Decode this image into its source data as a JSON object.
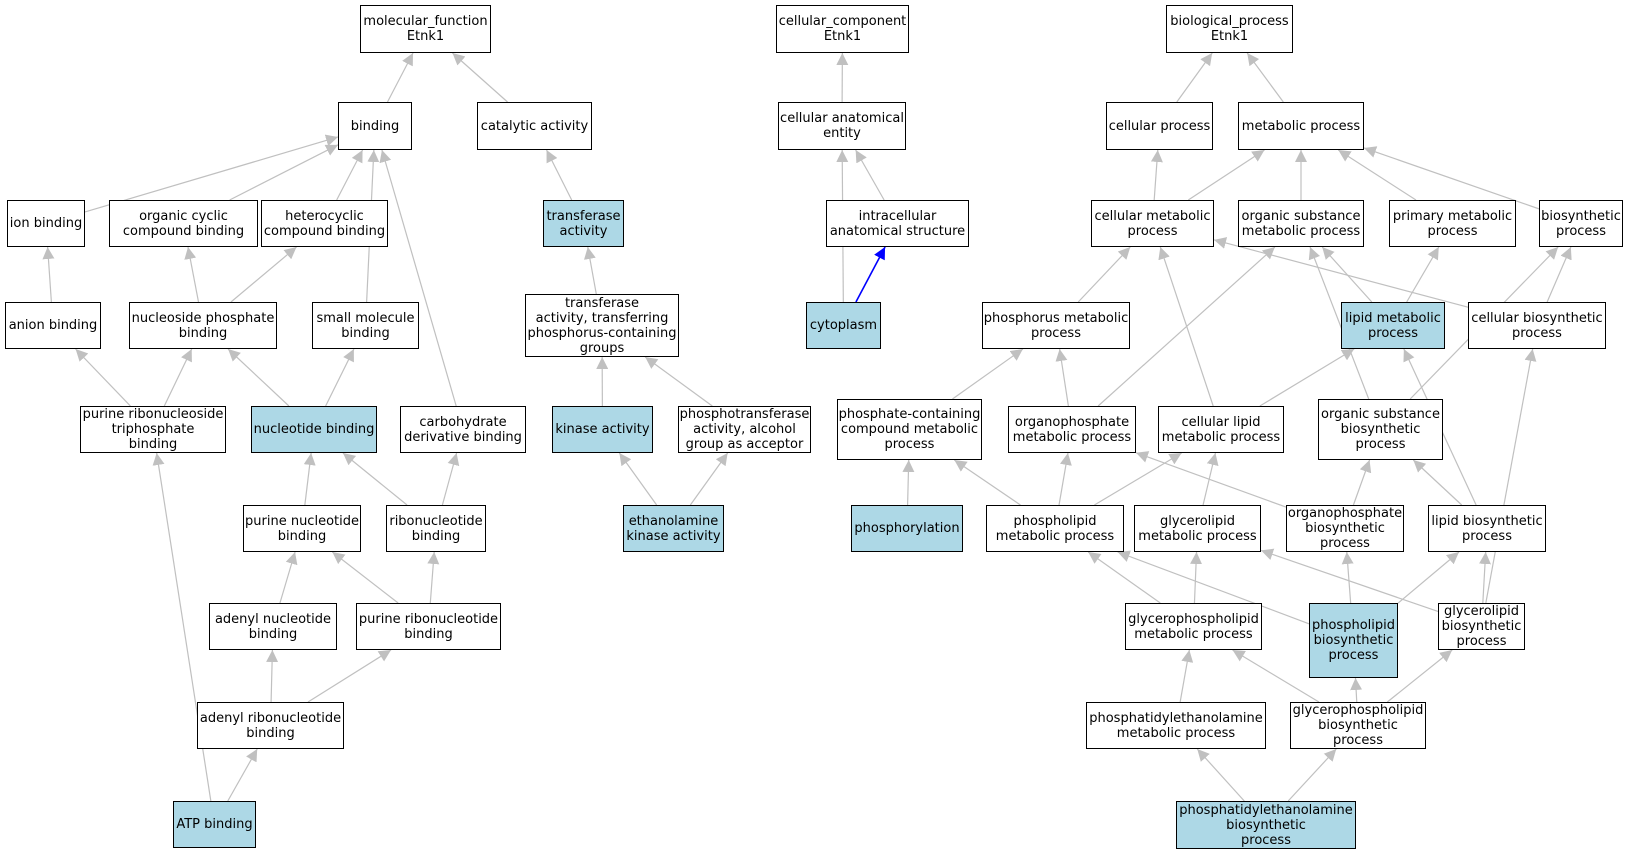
{
  "colors": {
    "highlight": "#add8e6",
    "edge": "#c0c0c0",
    "edge_direct": "#0000ff",
    "border": "#000000"
  },
  "nodes": [
    {
      "id": "mf",
      "label": "molecular_function\nEtnk1",
      "hl": false
    },
    {
      "id": "cc",
      "label": "cellular_component\nEtnk1",
      "hl": false
    },
    {
      "id": "bp",
      "label": "biological_process\nEtnk1",
      "hl": false
    },
    {
      "id": "binding",
      "label": "binding",
      "hl": false
    },
    {
      "id": "catalytic",
      "label": "catalytic activity",
      "hl": false
    },
    {
      "id": "cae",
      "label": "cellular anatomical\nentity",
      "hl": false
    },
    {
      "id": "cellproc",
      "label": "cellular process",
      "hl": false
    },
    {
      "id": "metproc",
      "label": "metabolic process",
      "hl": false
    },
    {
      "id": "ionbind",
      "label": "ion binding",
      "hl": false
    },
    {
      "id": "orgcyc",
      "label": "organic cyclic\ncompound binding",
      "hl": false
    },
    {
      "id": "hetcyc",
      "label": "heterocyclic\ncompound binding",
      "hl": false
    },
    {
      "id": "transferase",
      "label": "transferase\nactivity",
      "hl": true
    },
    {
      "id": "ias",
      "label": "intracellular\nanatomical structure",
      "hl": false
    },
    {
      "id": "cmp",
      "label": "cellular metabolic\nprocess",
      "hl": false
    },
    {
      "id": "osmp",
      "label": "organic substance\nmetabolic process",
      "hl": false
    },
    {
      "id": "pmp",
      "label": "primary metabolic\nprocess",
      "hl": false
    },
    {
      "id": "biosyn",
      "label": "biosynthetic\nprocess",
      "hl": false
    },
    {
      "id": "anion",
      "label": "anion binding",
      "hl": false
    },
    {
      "id": "nucphos",
      "label": "nucleoside phosphate\nbinding",
      "hl": false
    },
    {
      "id": "smallmol",
      "label": "small molecule\nbinding",
      "hl": false
    },
    {
      "id": "transphos",
      "label": "transferase\nactivity, transferring\nphosphorus-containing\ngroups",
      "hl": false
    },
    {
      "id": "cytoplasm",
      "label": "cytoplasm",
      "hl": true
    },
    {
      "id": "phosmp",
      "label": "phosphorus metabolic\nprocess",
      "hl": false
    },
    {
      "id": "lipidmp",
      "label": "lipid metabolic\nprocess",
      "hl": true
    },
    {
      "id": "cbp",
      "label": "cellular biosynthetic\nprocess",
      "hl": false
    },
    {
      "id": "prntp",
      "label": "purine ribonucleoside\ntriphosphate\nbinding",
      "hl": false
    },
    {
      "id": "nucbind",
      "label": "nucleotide binding",
      "hl": true
    },
    {
      "id": "carbo",
      "label": "carbohydrate\nderivative binding",
      "hl": false
    },
    {
      "id": "kinase",
      "label": "kinase activity",
      "hl": true
    },
    {
      "id": "phosphotrans",
      "label": "phosphotransferase\nactivity, alcohol\ngroup as acceptor",
      "hl": false
    },
    {
      "id": "pccmp",
      "label": "phosphate-containing\ncompound metabolic\nprocess",
      "hl": false
    },
    {
      "id": "opmp",
      "label": "organophosphate\nmetabolic process",
      "hl": false
    },
    {
      "id": "clmp",
      "label": "cellular lipid\nmetabolic process",
      "hl": false
    },
    {
      "id": "osbp",
      "label": "organic substance\nbiosynthetic\nprocess",
      "hl": false
    },
    {
      "id": "purnuc",
      "label": "purine nucleotide\nbinding",
      "hl": false
    },
    {
      "id": "ribonuc",
      "label": "ribonucleotide\nbinding",
      "hl": false
    },
    {
      "id": "etnk",
      "label": "ethanolamine\nkinase activity",
      "hl": true
    },
    {
      "id": "phosphorylation",
      "label": "phosphorylation",
      "hl": true
    },
    {
      "id": "plmp",
      "label": "phospholipid\nmetabolic process",
      "hl": false
    },
    {
      "id": "glmp",
      "label": "glycerolipid\nmetabolic process",
      "hl": false
    },
    {
      "id": "opbp",
      "label": "organophosphate\nbiosynthetic\nprocess",
      "hl": false
    },
    {
      "id": "lbp",
      "label": "lipid biosynthetic\nprocess",
      "hl": false
    },
    {
      "id": "adenyl",
      "label": "adenyl nucleotide\nbinding",
      "hl": false
    },
    {
      "id": "purribo",
      "label": "purine ribonucleotide\nbinding",
      "hl": false
    },
    {
      "id": "gplmp",
      "label": "glycerophospholipid\nmetabolic process",
      "hl": false
    },
    {
      "id": "plbp",
      "label": "phospholipid\nbiosynthetic\nprocess",
      "hl": true
    },
    {
      "id": "glbp",
      "label": "glycerolipid\nbiosynthetic\nprocess",
      "hl": false
    },
    {
      "id": "adenylribo",
      "label": "adenyl ribonucleotide\nbinding",
      "hl": false
    },
    {
      "id": "pemp",
      "label": "phosphatidylethanolamine\nmetabolic process",
      "hl": false
    },
    {
      "id": "gplbp",
      "label": "glycerophospholipid\nbiosynthetic\nprocess",
      "hl": false
    },
    {
      "id": "atp",
      "label": "ATP binding",
      "hl": true
    },
    {
      "id": "pebp",
      "label": "phosphatidylethanolamine\nbiosynthetic\nprocess",
      "hl": true
    }
  ],
  "edges": [
    [
      "binding",
      "mf"
    ],
    [
      "catalytic",
      "mf"
    ],
    [
      "ionbind",
      "binding"
    ],
    [
      "orgcyc",
      "binding"
    ],
    [
      "hetcyc",
      "binding"
    ],
    [
      "smallmol",
      "binding"
    ],
    [
      "carbo",
      "binding"
    ],
    [
      "anion",
      "ionbind"
    ],
    [
      "nucphos",
      "orgcyc"
    ],
    [
      "nucphos",
      "hetcyc"
    ],
    [
      "prntp",
      "anion"
    ],
    [
      "prntp",
      "nucphos"
    ],
    [
      "nucbind",
      "nucphos"
    ],
    [
      "nucbind",
      "smallmol"
    ],
    [
      "purnuc",
      "nucbind"
    ],
    [
      "ribonuc",
      "nucbind"
    ],
    [
      "ribonuc",
      "carbo"
    ],
    [
      "adenyl",
      "purnuc"
    ],
    [
      "purribo",
      "purnuc"
    ],
    [
      "purribo",
      "ribonuc"
    ],
    [
      "adenylribo",
      "adenyl"
    ],
    [
      "adenylribo",
      "purribo"
    ],
    [
      "atp",
      "adenylribo"
    ],
    [
      "atp",
      "prntp"
    ],
    [
      "transferase",
      "catalytic"
    ],
    [
      "transphos",
      "transferase"
    ],
    [
      "kinase",
      "transphos"
    ],
    [
      "phosphotrans",
      "transphos"
    ],
    [
      "etnk",
      "kinase"
    ],
    [
      "etnk",
      "phosphotrans"
    ],
    [
      "cae",
      "cc"
    ],
    [
      "ias",
      "cae"
    ],
    [
      "cytoplasm",
      "cae"
    ],
    [
      "cellproc",
      "bp"
    ],
    [
      "metproc",
      "bp"
    ],
    [
      "cmp",
      "cellproc"
    ],
    [
      "cmp",
      "metproc"
    ],
    [
      "osmp",
      "metproc"
    ],
    [
      "pmp",
      "metproc"
    ],
    [
      "biosyn",
      "metproc"
    ],
    [
      "phosmp",
      "cmp"
    ],
    [
      "clmp",
      "cmp"
    ],
    [
      "cbp",
      "cmp"
    ],
    [
      "lipidmp",
      "osmp"
    ],
    [
      "opmp",
      "osmp"
    ],
    [
      "osbp",
      "osmp"
    ],
    [
      "lipidmp",
      "pmp"
    ],
    [
      "cbp",
      "biosyn"
    ],
    [
      "osbp",
      "biosyn"
    ],
    [
      "pccmp",
      "phosmp"
    ],
    [
      "opmp",
      "phosmp"
    ],
    [
      "clmp",
      "lipidmp"
    ],
    [
      "phosphorylation",
      "pccmp"
    ],
    [
      "plmp",
      "pccmp"
    ],
    [
      "plmp",
      "opmp"
    ],
    [
      "plmp",
      "clmp"
    ],
    [
      "glmp",
      "clmp"
    ],
    [
      "opbp",
      "opmp"
    ],
    [
      "opbp",
      "osbp"
    ],
    [
      "lbp",
      "osbp"
    ],
    [
      "lbp",
      "lipidmp"
    ],
    [
      "gplmp",
      "plmp"
    ],
    [
      "gplmp",
      "glmp"
    ],
    [
      "plbp",
      "plmp"
    ],
    [
      "plbp",
      "opbp"
    ],
    [
      "plbp",
      "lbp"
    ],
    [
      "glbp",
      "glmp"
    ],
    [
      "glbp",
      "lbp"
    ],
    [
      "glbp",
      "cbp"
    ],
    [
      "pemp",
      "gplmp"
    ],
    [
      "gplbp",
      "gplmp"
    ],
    [
      "gplbp",
      "plbp"
    ],
    [
      "gplbp",
      "glbp"
    ],
    [
      "pebp",
      "pemp"
    ],
    [
      "pebp",
      "gplbp"
    ]
  ],
  "direct_edges": [
    [
      "cytoplasm",
      "ias"
    ]
  ]
}
